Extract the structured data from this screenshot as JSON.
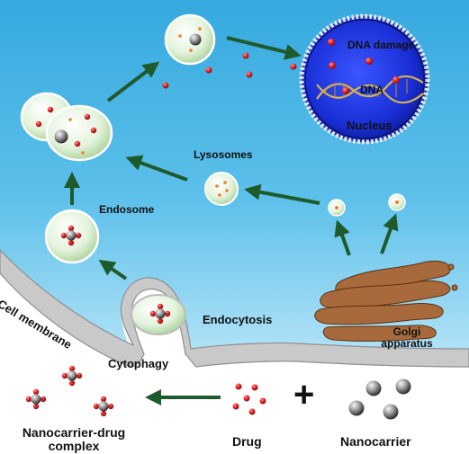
{
  "labels": {
    "dna_damage": "DNA damage",
    "dna": "DNA",
    "nucleus": "Nucleus",
    "lysosomes": "Lysosomes",
    "endosome": "Endosome",
    "cell_membrane": "Cell membrane",
    "endocytosis": "Endocytosis",
    "cytophagy": "Cytophagy",
    "golgi_line1": "Golgi",
    "golgi_line2": "apparatus",
    "complex_line1": "Nanocarrier-drug",
    "complex_line2": "complex",
    "drug": "Drug",
    "nanocarrier": "Nanocarrier",
    "plus": "+"
  },
  "colors": {
    "cytoplasm": "#3fb1e3",
    "cytoplasm_light": "#8fd6f4",
    "membrane": "#c8c8c8",
    "nucleus": "#1a2fd6",
    "arrow": "#1f5a2c",
    "vesicle_fill": "#e8f5e3",
    "vesicle_rim": "#8fbf7a",
    "drug_red": "#e8262a",
    "golgi": "#a0643a"
  }
}
